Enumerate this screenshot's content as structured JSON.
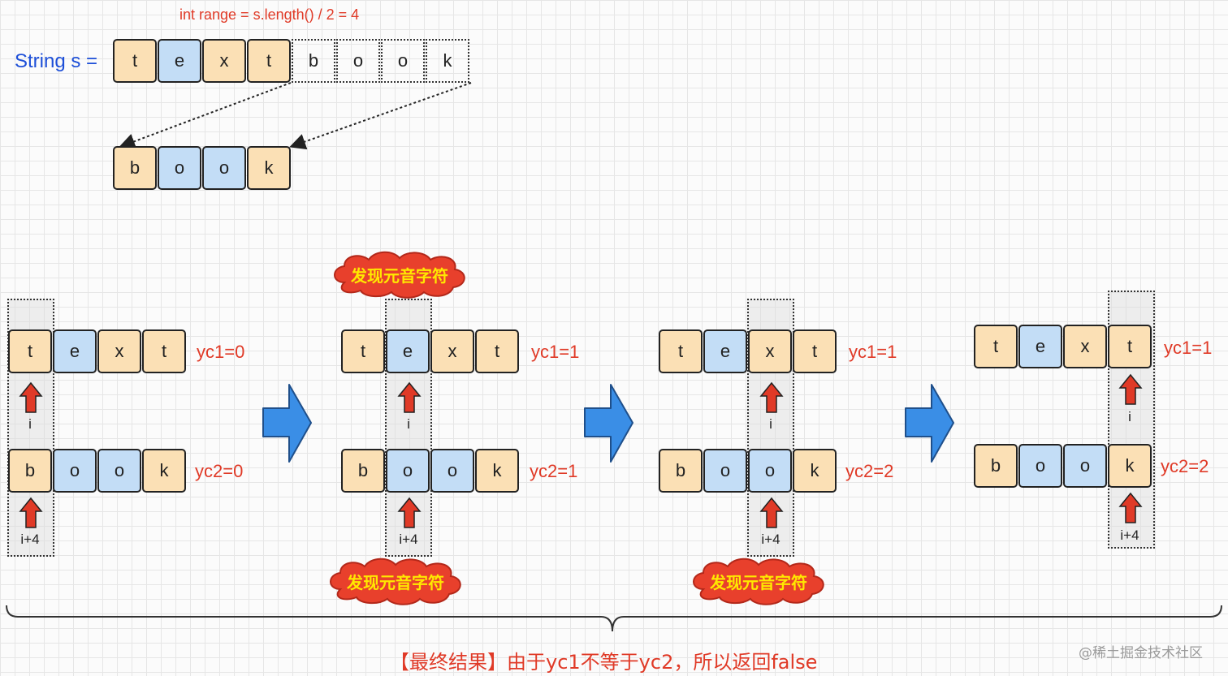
{
  "top": {
    "formula": "int range = s.length() / 2 = 4",
    "string_label": "String s =",
    "chars": [
      "t",
      "e",
      "x",
      "t",
      "b",
      "o",
      "o",
      "k"
    ],
    "second_half": [
      "b",
      "o",
      "o",
      "k"
    ]
  },
  "steps": [
    {
      "top_chars": [
        "t",
        "e",
        "x",
        "t"
      ],
      "bottom_chars": [
        "b",
        "o",
        "o",
        "k"
      ],
      "yc1": "yc1=0",
      "yc2": "yc2=0",
      "i_label": "i",
      "i4_label": "i+4"
    },
    {
      "top_chars": [
        "t",
        "e",
        "x",
        "t"
      ],
      "bottom_chars": [
        "b",
        "o",
        "o",
        "k"
      ],
      "yc1": "yc1=1",
      "yc2": "yc2=1",
      "i_label": "i",
      "i4_label": "i+4",
      "cloud_top": "发现元音字符",
      "cloud_bottom": "发现元音字符"
    },
    {
      "top_chars": [
        "t",
        "e",
        "x",
        "t"
      ],
      "bottom_chars": [
        "b",
        "o",
        "o",
        "k"
      ],
      "yc1": "yc1=1",
      "yc2": "yc2=2",
      "i_label": "i",
      "i4_label": "i+4",
      "cloud_bottom": "发现元音字符"
    },
    {
      "top_chars": [
        "t",
        "e",
        "x",
        "t"
      ],
      "bottom_chars": [
        "b",
        "o",
        "o",
        "k"
      ],
      "yc1": "yc1=1",
      "yc2": "yc2=2",
      "i_label": "i",
      "i4_label": "i+4"
    }
  ],
  "result": "【最终结果】由于yc1不等于yc2，所以返回false",
  "watermark": "@稀土掘金技术社区",
  "colors": {
    "consonant": "#fbe0b5",
    "vowel": "#c3ddf6",
    "highlight_text": "#e03a27",
    "arrow_red": "#e03a27",
    "flow_arrow": "#3a8ee6",
    "cloud": "#e8402c",
    "cloud_text": "#ffe800"
  }
}
